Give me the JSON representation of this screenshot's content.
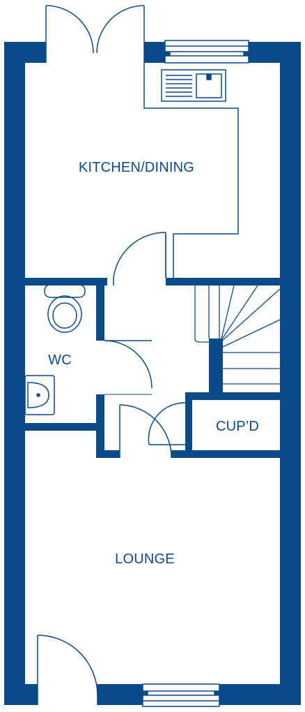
{
  "colors": {
    "wall": "#0a4a8a",
    "line": "#0a4a8a",
    "background": "#ffffff"
  },
  "rooms": {
    "kitchen_dining": {
      "label": "KITCHEN/DINING"
    },
    "wc": {
      "label": "WC"
    },
    "cupboard": {
      "label": "CUP’D"
    },
    "lounge": {
      "label": "LOUNGE"
    }
  },
  "fixtures": {
    "kitchen": [
      "sink-icon"
    ],
    "wc": [
      "toilet-icon",
      "basin-icon"
    ],
    "hall": [
      "staircase"
    ],
    "doors": [
      "french-doors",
      "wc-door",
      "hall-door",
      "cupboard-door",
      "front-door"
    ],
    "windows": [
      "kitchen-window",
      "lounge-window"
    ]
  }
}
